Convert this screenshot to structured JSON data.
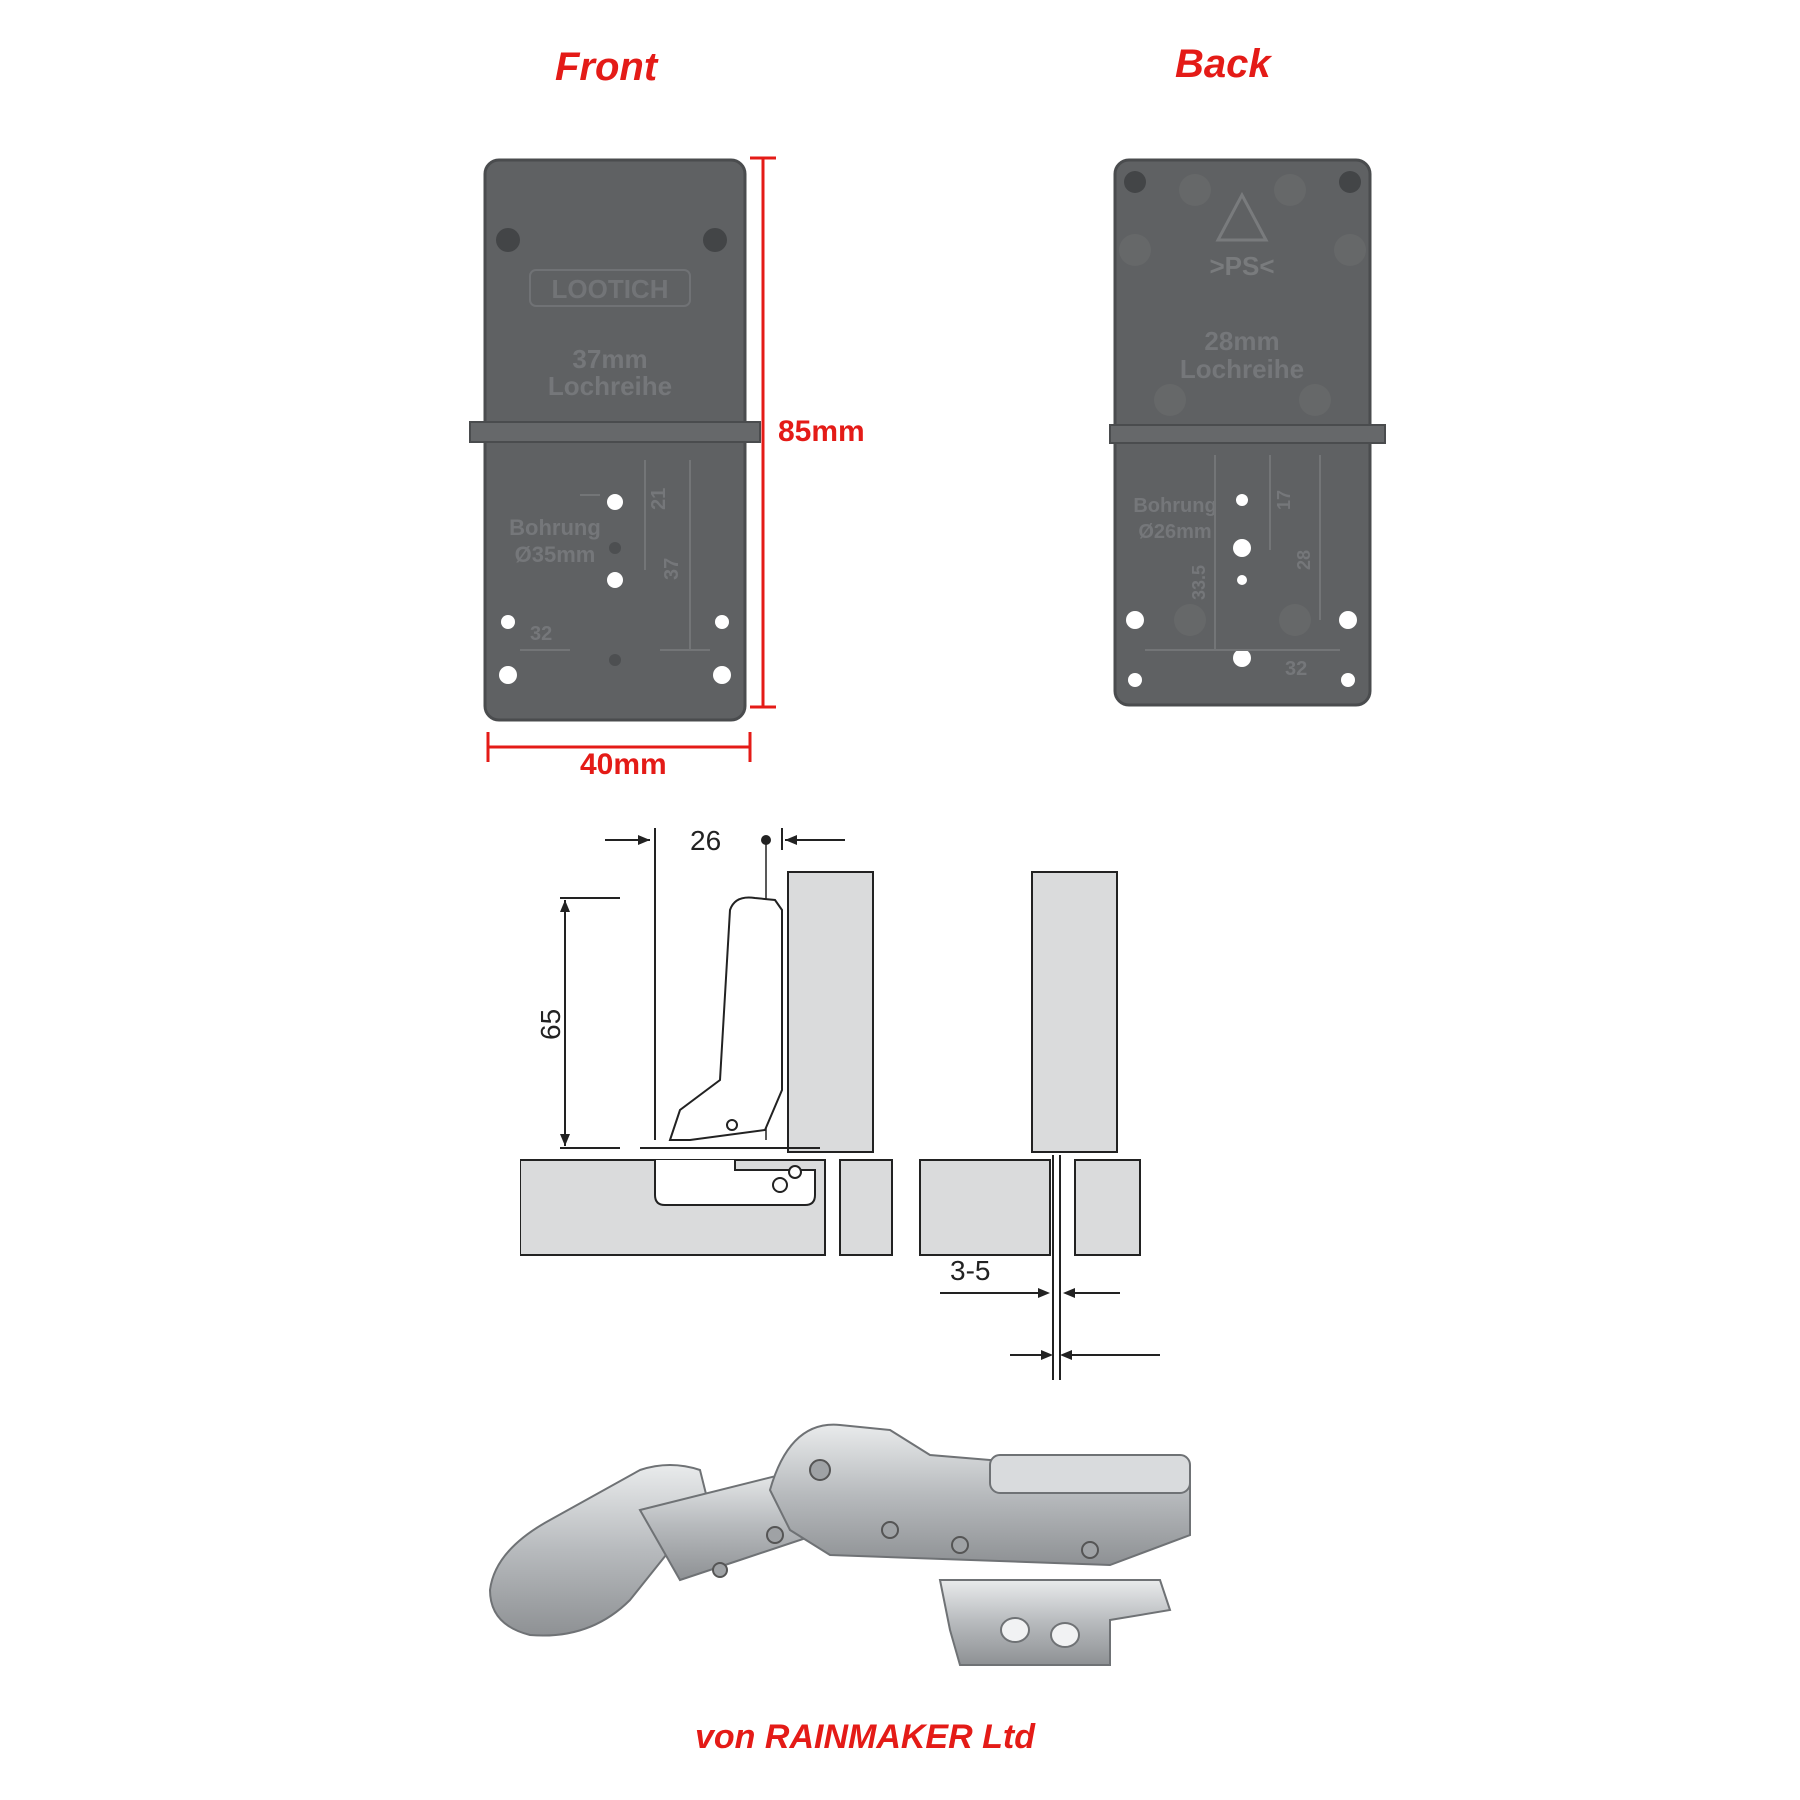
{
  "labels": {
    "front": "Front",
    "back": "Back",
    "height_dim": "85mm",
    "width_dim": "40mm",
    "footer": "von RAINMAKER Ltd"
  },
  "front_template": {
    "brand": "LOOTICH",
    "hole_row_value": "37mm",
    "hole_row_label": "Lochreihe",
    "bore_label": "Bohrung",
    "bore_diameter": "Ø35mm",
    "dim_21": "21",
    "dim_37": "37",
    "dim_32": "32"
  },
  "back_template": {
    "material_code": ">PS<",
    "hole_row_value": "28mm",
    "hole_row_label": "Lochreihe",
    "bore_label": "Bohrung",
    "bore_diameter": "Ø26mm",
    "dim_17": "17",
    "dim_28": "28",
    "dim_33_5": "33.5",
    "dim_32": "32"
  },
  "diagram": {
    "dim_26": "26",
    "dim_65": "65",
    "dim_3_5": "3-5"
  },
  "colors": {
    "accent_red": "#e41b17",
    "template_gray": "#5a5c5e",
    "steel": "#c9cbcd"
  }
}
